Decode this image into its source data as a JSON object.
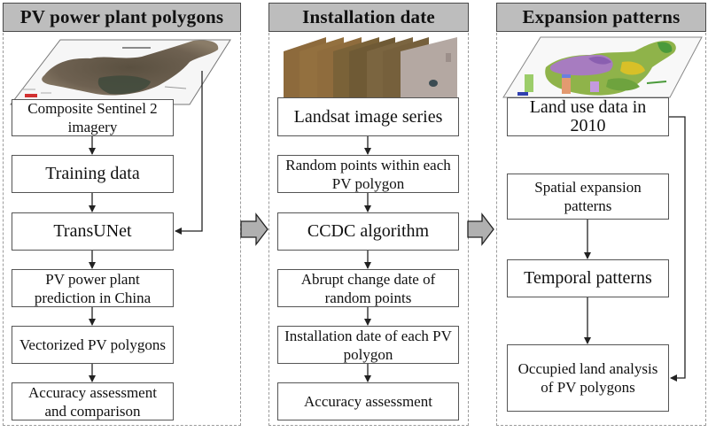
{
  "panels": [
    {
      "title": "PV power plant polygons",
      "image": "china-sentinel-2-composite-map",
      "steps": [
        "Composite Sentinel 2 imagery",
        "Training data",
        "TransUNet",
        "PV power plant prediction in China",
        "Vectorized PV polygons",
        "Accuracy assessment and comparison"
      ]
    },
    {
      "title": "Installation date",
      "image": "landsat-image-stack",
      "steps": [
        "Landsat image series",
        "Random points within each PV polygon",
        "CCDC algorithm",
        "Abrupt change date of random points",
        "Installation date of each PV polygon",
        "Accuracy assessment"
      ]
    },
    {
      "title": "Expansion patterns",
      "image": "china-land-use-map-2010",
      "steps": [
        "Land use data in 2010",
        "Spatial expansion patterns",
        "Temporal patterns",
        "Occupied land analysis of PV polygons"
      ]
    }
  ],
  "colors": {
    "header_fill": "#bdbdbd",
    "arrow_fill": "#b0b0b0",
    "line": "#222222"
  }
}
